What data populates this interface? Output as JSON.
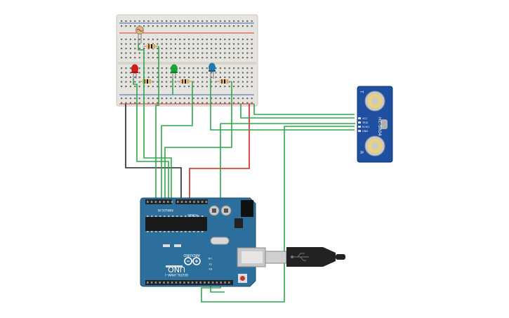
{
  "colors": {
    "breadboard": "#e8e6e2",
    "rail_red": "#d9372b",
    "rail_blue": "#3a64c0",
    "wire_green": "#2fa84a",
    "wire_black": "#222222",
    "wire_red": "#cc2222",
    "arduino": "#2c6f9c",
    "sensor": "#1f4fa0"
  },
  "arduino": {
    "brand": "ARDUINO",
    "model": "UNO",
    "power_header": "POWER",
    "analog_header": "ANALOG IN",
    "digital_header": "DIGITAL (PWM~)",
    "tx_label": "TX",
    "rx_label": "RX",
    "on_label": "ON"
  },
  "sensor": {
    "model": "HC-SR04",
    "pins": [
      "VCC",
      "TRIG",
      "ECHO",
      "GND"
    ],
    "t_label": "T",
    "r_label": "R"
  },
  "components": {
    "ldr": "photoresistor-icon",
    "leds": [
      {
        "color": "#d01c1c"
      },
      {
        "color": "#19a23a"
      },
      {
        "color": "#1f7ab0"
      }
    ]
  }
}
